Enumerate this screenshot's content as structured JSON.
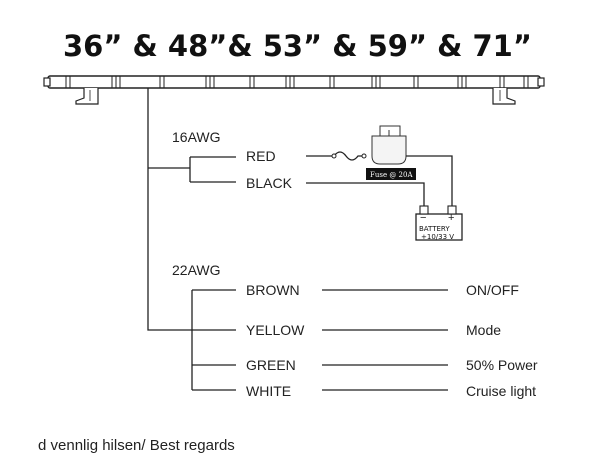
{
  "title": "36” & 48”& 53” & 59” & 71”",
  "gauge_top": "16AWG",
  "gauge_bottom": "22AWG",
  "wires_top": [
    {
      "color": "RED"
    },
    {
      "color": "BLACK"
    }
  ],
  "fuse_label": "Fuse @  20A",
  "battery": {
    "label": "BATTERY",
    "voltage": "+10/33 V",
    "neg": "−",
    "pos": "+"
  },
  "wires_bottom": [
    {
      "color": "BROWN",
      "function": "ON/OFF"
    },
    {
      "color": "YELLOW",
      "function": "Mode"
    },
    {
      "color": "GREEN",
      "function": "50% Power"
    },
    {
      "color": "WHITE",
      "function": "Cruise light"
    }
  ],
  "footer": "d vennlig hilsen/ Best regards"
}
